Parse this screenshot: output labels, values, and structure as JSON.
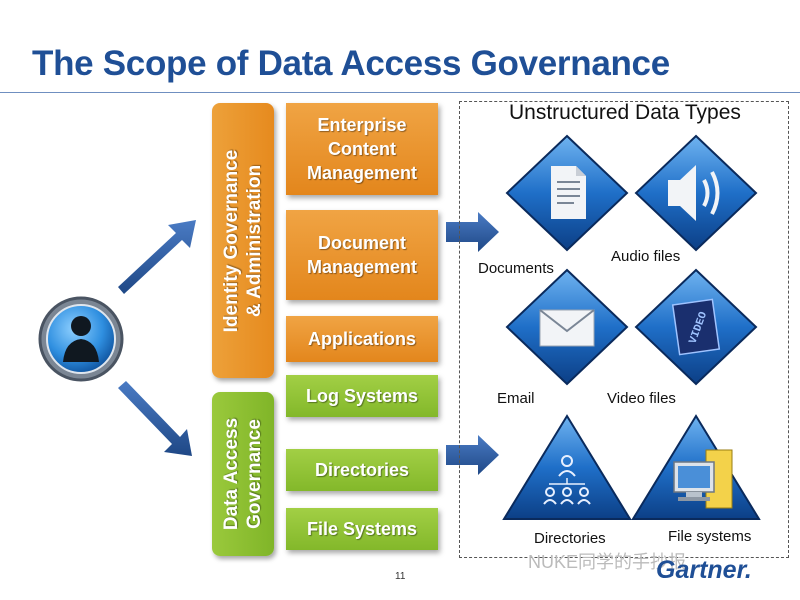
{
  "title": "The Scope of Data Access Governance",
  "left_panels": {
    "identity": "Identity Governance\n& Administration",
    "dag": "Data Access\nGovernance"
  },
  "boxes": {
    "ecm": "Enterprise\nContent\nManagement",
    "doc_mgmt": "Document\nManagement",
    "applications": "Applications",
    "log_systems": "Log Systems",
    "directories": "Directories",
    "file_systems": "File Systems"
  },
  "unstructured": {
    "heading": "Unstructured Data Types",
    "documents": "Documents",
    "audio": "Audio files",
    "email": "Email",
    "video": "Video files",
    "directories": "Directories",
    "file_systems": "File systems",
    "video_tile_text": "VIDEO"
  },
  "footer": {
    "page_number": "11",
    "watermark": "NUKE同学的手抄报",
    "logo": "Gartner."
  },
  "colors": {
    "title_blue": "#1f4f96",
    "orange": "#e68a1e",
    "green": "#86b92c",
    "arrow_blue": "#2f5c9e"
  }
}
